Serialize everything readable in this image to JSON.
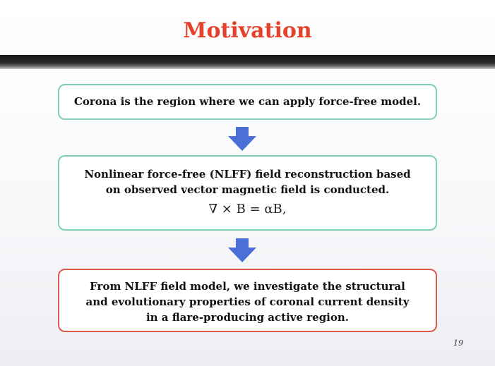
{
  "slide": {
    "title": "Motivation",
    "box1": {
      "text": "Corona is the region where we can apply force-free model."
    },
    "box2": {
      "lines": [
        "Nonlinear force-free (NLFF) field reconstruction based",
        "on observed vector magnetic field is conducted."
      ],
      "equation": "∇ × B = αB,"
    },
    "box3": {
      "lines": [
        "From NLFF field model, we investigate the structural",
        "and evolutionary properties of coronal current density",
        "in a flare-producing active region."
      ]
    },
    "page_number": "19"
  },
  "colors": {
    "title": "#e5402a",
    "box_border_green": "#7ecfb9",
    "box_border_red": "#e05a4b",
    "arrow": "#4a6fd8"
  },
  "icons": {
    "arrow": "down-arrow-icon"
  }
}
